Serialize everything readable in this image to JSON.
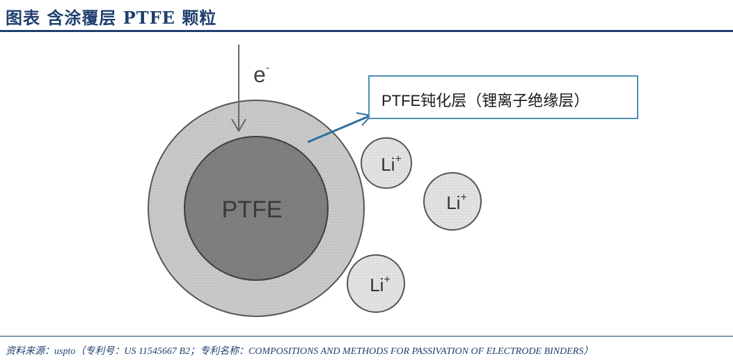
{
  "header": {
    "title": "图表  含涂覆层 PTFE 颗粒"
  },
  "diagram": {
    "electron_label": "e",
    "electron_sup": "-",
    "core_label": "PTFE",
    "callout_label": "PTFE钝化层（锂离子绝缘层）",
    "ions": [
      {
        "label": "Li",
        "sup": "+"
      },
      {
        "label": "Li",
        "sup": "+"
      },
      {
        "label": "Li",
        "sup": "+"
      }
    ],
    "colors": {
      "title": "#1f3f6e",
      "outer_shell": "#c9c9c9",
      "core": "#7a7a7a",
      "ion": "#dadada",
      "arrow": "#2e6f9e",
      "callout_border": "#4a8fb3"
    }
  },
  "footer": {
    "source": "资料来源：uspto（专利号：US 11545667 B2；专利名称：COMPOSITIONS AND METHODS FOR PASSIVATION OF ELECTRODE BINDERS）"
  }
}
